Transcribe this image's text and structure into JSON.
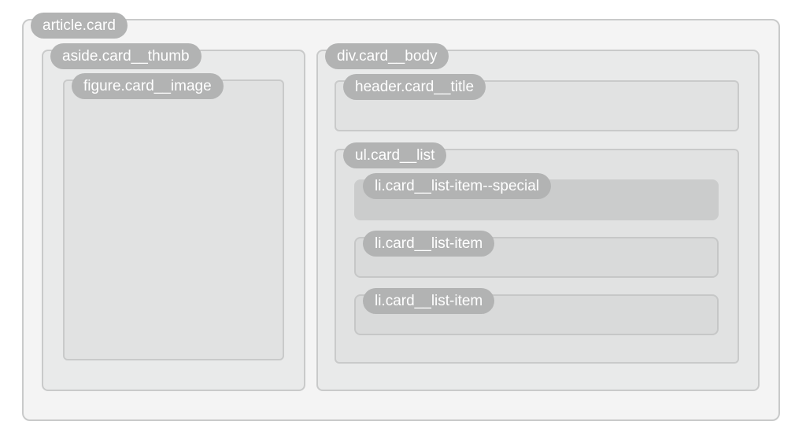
{
  "colors": {
    "page-bg": "#ffffff",
    "card-bg": "#f4f4f4",
    "panel-bg": "#e9eaea",
    "inner-bg": "#e1e2e2",
    "item-bg": "#d9dada",
    "item-border": "#c6c7c7",
    "item-special-bg": "#cbcccc",
    "border": "#c9caca",
    "pill-bg": "#b2b3b3",
    "pill-text": "#ffffff"
  },
  "diagram": {
    "card": {
      "label": "article.card"
    },
    "thumb": {
      "label": "aside.card__thumb"
    },
    "image": {
      "label": "figure.card__image"
    },
    "body": {
      "label": "div.card__body"
    },
    "title": {
      "label": "header.card__title"
    },
    "list": {
      "label": "ul.card__list"
    },
    "list_items": [
      {
        "label": "li.card__list-item--special",
        "variant": "special"
      },
      {
        "label": "li.card__list-item",
        "variant": "default"
      },
      {
        "label": "li.card__list-item",
        "variant": "default"
      }
    ]
  }
}
